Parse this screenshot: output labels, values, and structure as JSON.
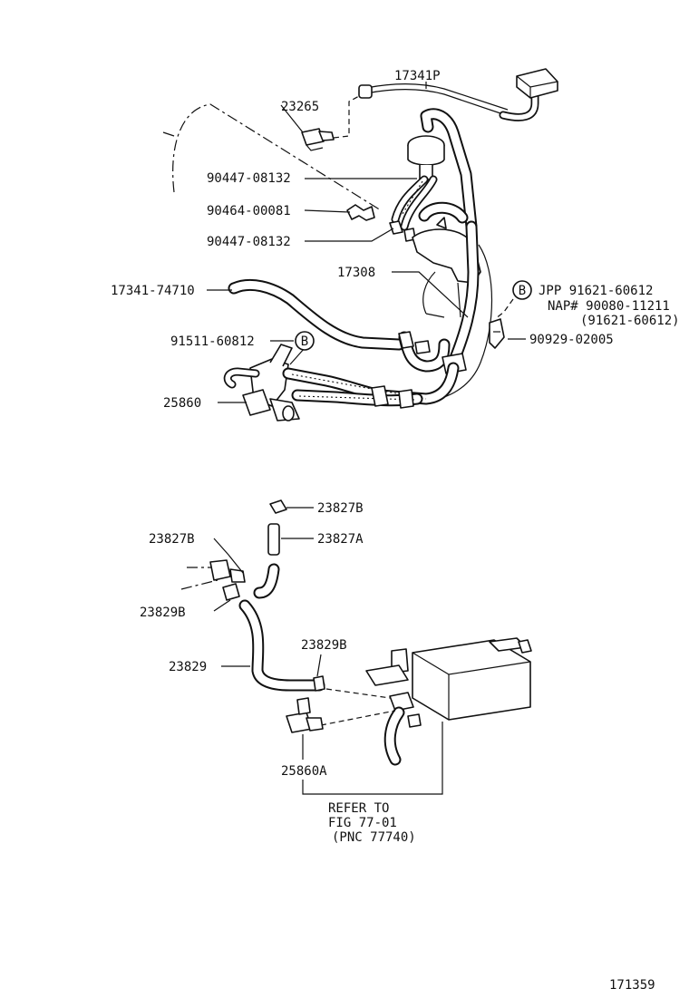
{
  "labels": {
    "p17341P": "17341P",
    "p23265": "23265",
    "p90447a": "90447-08132",
    "p90464": "90464-00081",
    "p90447b": "90447-08132",
    "p17308": "17308",
    "p17341_74710": "17341-74710",
    "p91511": "91511-60812",
    "p25860": "25860",
    "p_jpp": "JPP 91621-60612",
    "p_nap": "NAP# 90080-11211",
    "p_alt": "(91621-60612)",
    "p90929": "90929-02005",
    "p23827B_top": "23827B",
    "p23827A": "23827A",
    "p23827B_left": "23827B",
    "p23829B_left": "23829B",
    "p23829": "23829",
    "p23829B_mid": "23829B",
    "p25860A": "25860A",
    "refer_1": "REFER TO",
    "refer_2": "FIG 77-01",
    "refer_3": "(PNC 77740)",
    "figure_no": "171359"
  },
  "callouts": {
    "b_upper": "B",
    "b_lower": "B"
  },
  "colors": {
    "ink": "#111111",
    "paper": "#ffffff"
  }
}
